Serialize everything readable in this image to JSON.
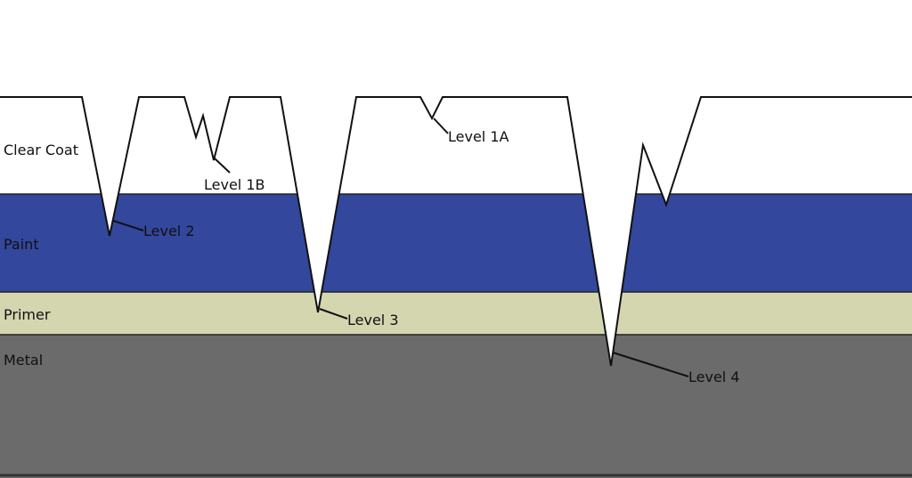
{
  "layers": [
    {
      "name": "Clear Coat",
      "color": "#ffffff"
    },
    {
      "name": "Paint",
      "color": "#33479c"
    },
    {
      "name": "Primer",
      "color": "#d4d6b0"
    },
    {
      "name": "Metal",
      "color": "#6b6b6b"
    }
  ],
  "defects": [
    {
      "label": "Level 1A"
    },
    {
      "label": "Level 1B"
    },
    {
      "label": "Level 2"
    },
    {
      "label": "Level 3"
    },
    {
      "label": "Level 4"
    }
  ]
}
